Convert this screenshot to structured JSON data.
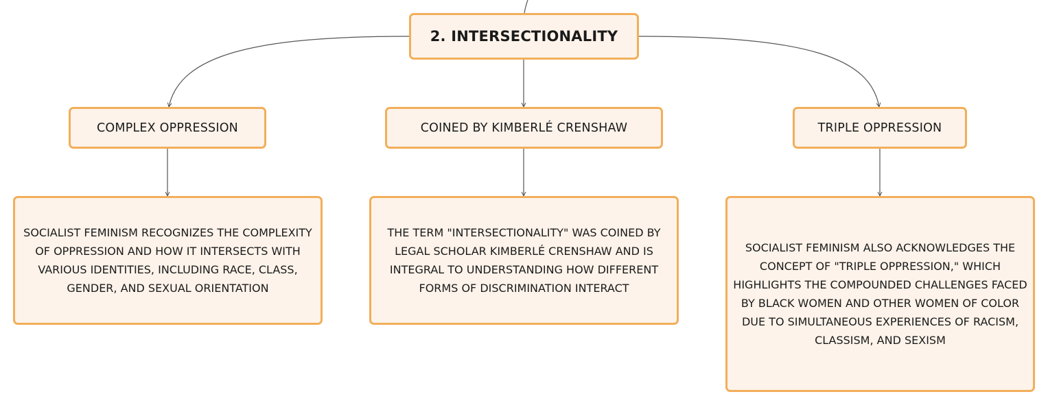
{
  "diagram": {
    "root": {
      "label": "2. INTERSECTIONALITY"
    },
    "branches": [
      {
        "label": "COMPLEX OPPRESSION",
        "detail": "SOCIALIST FEMINISM RECOGNIZES THE COMPLEXITY OF OPPRESSION AND HOW IT INTERSECTS WITH VARIOUS IDENTITIES, INCLUDING RACE, CLASS, GENDER, AND SEXUAL ORIENTATION"
      },
      {
        "label": "COINED BY KIMBERLÉ CRENSHAW",
        "detail": "THE TERM \"INTERSECTIONALITY\" WAS COINED BY LEGAL SCHOLAR KIMBERLÉ CRENSHAW AND IS INTEGRAL TO UNDERSTANDING HOW DIFFERENT FORMS OF DISCRIMINATION INTERACT"
      },
      {
        "label": "TRIPLE OPPRESSION",
        "detail": "SOCIALIST FEMINISM ALSO ACKNOWLEDGES THE CONCEPT OF \"TRIPLE OPPRESSION,\" WHICH HIGHLIGHTS THE COMPOUNDED CHALLENGES FACED BY BLACK WOMEN AND OTHER WOMEN OF COLOR DUE TO SIMULTANEOUS EXPERIENCES OF RACISM, CLASSISM, AND SEXISM"
      }
    ]
  },
  "colors": {
    "node_fill": "#fdf3ea",
    "node_border": "#f2ae5a",
    "connector": "#555555"
  }
}
